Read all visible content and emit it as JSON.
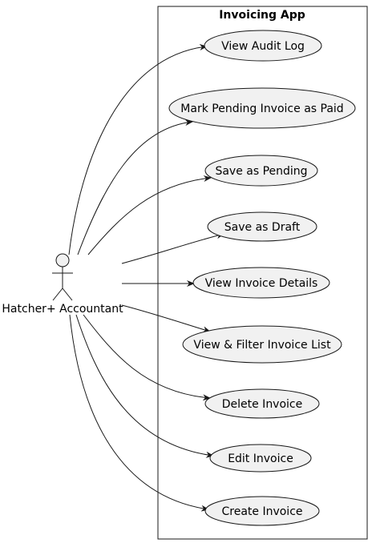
{
  "system": {
    "title": "Invoicing App"
  },
  "actor": {
    "label": "Hatcher+ Accountant"
  },
  "use_cases": [
    "View Audit Log",
    "Mark Pending Invoice as Paid",
    "Save as Pending",
    "Save as Draft",
    "View Invoice Details",
    "View & Filter Invoice List",
    "Delete Invoice",
    "Edit Invoice",
    "Create Invoice"
  ],
  "colors": {
    "usecase_fill": "#f1f1f1",
    "stroke": "#181818",
    "background": "#ffffff"
  }
}
